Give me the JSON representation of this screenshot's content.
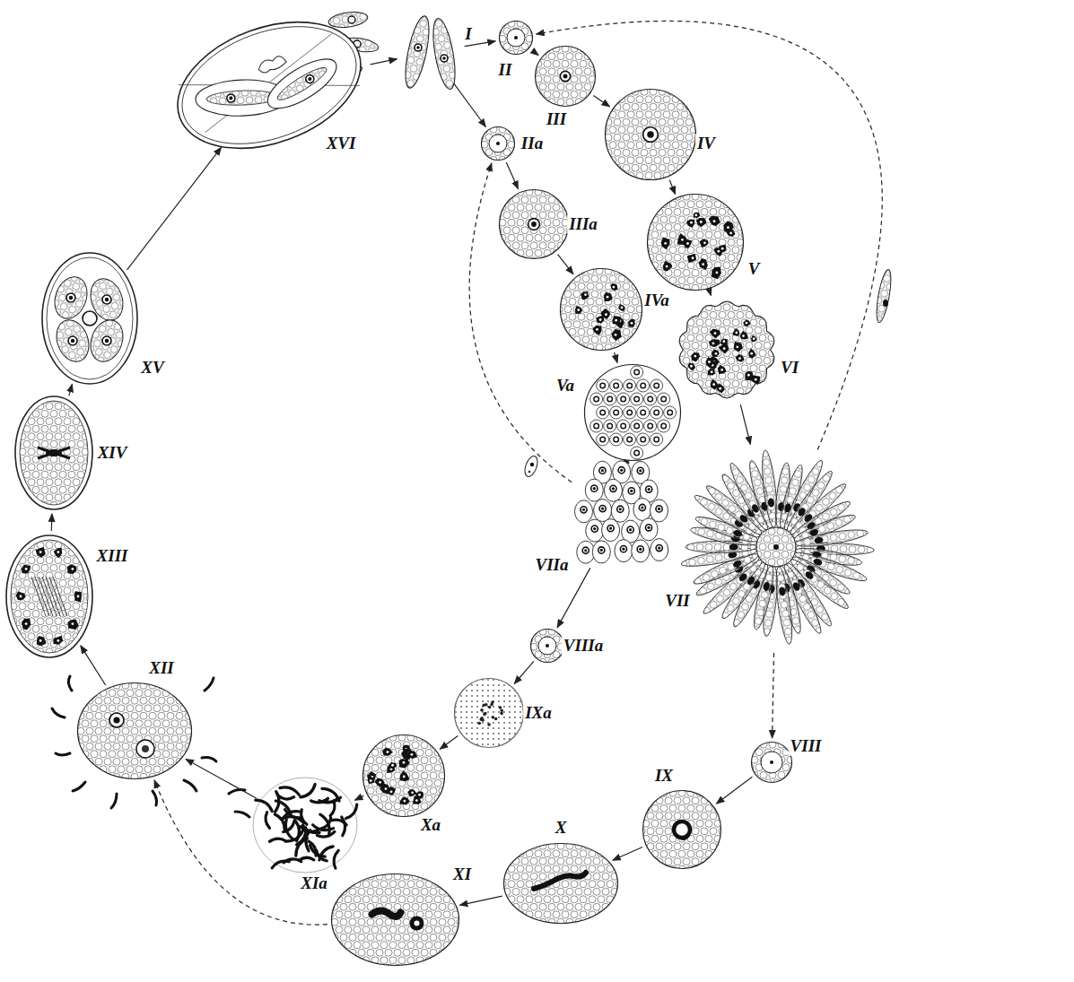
{
  "diagram": {
    "nodes": [
      {
        "text": [
          "I"
        ]
      },
      {
        "text": [
          "II"
        ]
      },
      {
        "text": [
          "III"
        ]
      },
      {
        "text": [
          "IV"
        ]
      },
      {
        "text": [
          "V"
        ]
      },
      {
        "text": [
          "VI"
        ]
      },
      {
        "text": [
          "VII"
        ]
      },
      {
        "text": [
          "VIII"
        ]
      },
      {
        "text": [
          "IX"
        ]
      },
      {
        "text": [
          "X"
        ]
      },
      {
        "text": [
          "XI"
        ]
      },
      {
        "text": [
          "IIa"
        ]
      },
      {
        "text": [
          "IIIa"
        ]
      },
      {
        "text": [
          "IVa"
        ]
      },
      {
        "text": [
          "Va"
        ]
      },
      {
        "text": [
          "VIIa"
        ]
      },
      {
        "text": [
          "VIIIa"
        ]
      },
      {
        "text": [
          "IXa"
        ]
      },
      {
        "text": [
          "Xa"
        ]
      },
      {
        "text": [
          "XIa"
        ]
      },
      {
        "text": [
          "XII"
        ]
      },
      {
        "text": [
          "XIII"
        ]
      },
      {
        "text": [
          "XIV"
        ]
      },
      {
        "text": [
          "XV"
        ]
      },
      {
        "text": [
          "XVI"
        ]
      }
    ],
    "edges": [
      {
        "from": 0,
        "to": 1,
        "arrow": "to"
      },
      {
        "from": 0,
        "to": 11,
        "arrow": "to"
      },
      {
        "from": 1,
        "to": 2,
        "arrow": "to"
      },
      {
        "from": 2,
        "to": 3,
        "arrow": "to"
      },
      {
        "from": 3,
        "to": 4,
        "arrow": "to"
      },
      {
        "from": 4,
        "to": 5,
        "arrow": "to"
      },
      {
        "from": 5,
        "to": 6,
        "arrow": "to"
      },
      {
        "from": 6,
        "to": 1,
        "arrow": "to"
      },
      {
        "from": 6,
        "to": 7,
        "arrow": "to"
      },
      {
        "from": 7,
        "to": 8,
        "arrow": "to"
      },
      {
        "from": 8,
        "to": 9,
        "arrow": "to"
      },
      {
        "from": 9,
        "to": 10,
        "arrow": "to"
      },
      {
        "from": 10,
        "to": 20,
        "arrow": "to"
      },
      {
        "from": 11,
        "to": 12,
        "arrow": "to"
      },
      {
        "from": 12,
        "to": 13,
        "arrow": "to"
      },
      {
        "from": 13,
        "to": 14,
        "arrow": "to"
      },
      {
        "from": 14,
        "to": 15,
        "arrow": "to"
      },
      {
        "from": 15,
        "to": 11,
        "arrow": "to"
      },
      {
        "from": 15,
        "to": 16,
        "arrow": "to"
      },
      {
        "from": 16,
        "to": 17,
        "arrow": "to"
      },
      {
        "from": 17,
        "to": 18,
        "arrow": "to"
      },
      {
        "from": 18,
        "to": 19,
        "arrow": "to"
      },
      {
        "from": 19,
        "to": 20,
        "arrow": "to"
      },
      {
        "from": 20,
        "to": 21,
        "arrow": "to"
      },
      {
        "from": 21,
        "to": 22,
        "arrow": "to"
      },
      {
        "from": 22,
        "to": 23,
        "arrow": "to"
      },
      {
        "from": 23,
        "to": 24,
        "arrow": "to"
      },
      {
        "from": 24,
        "to": 0,
        "arrow": "to"
      }
    ]
  }
}
